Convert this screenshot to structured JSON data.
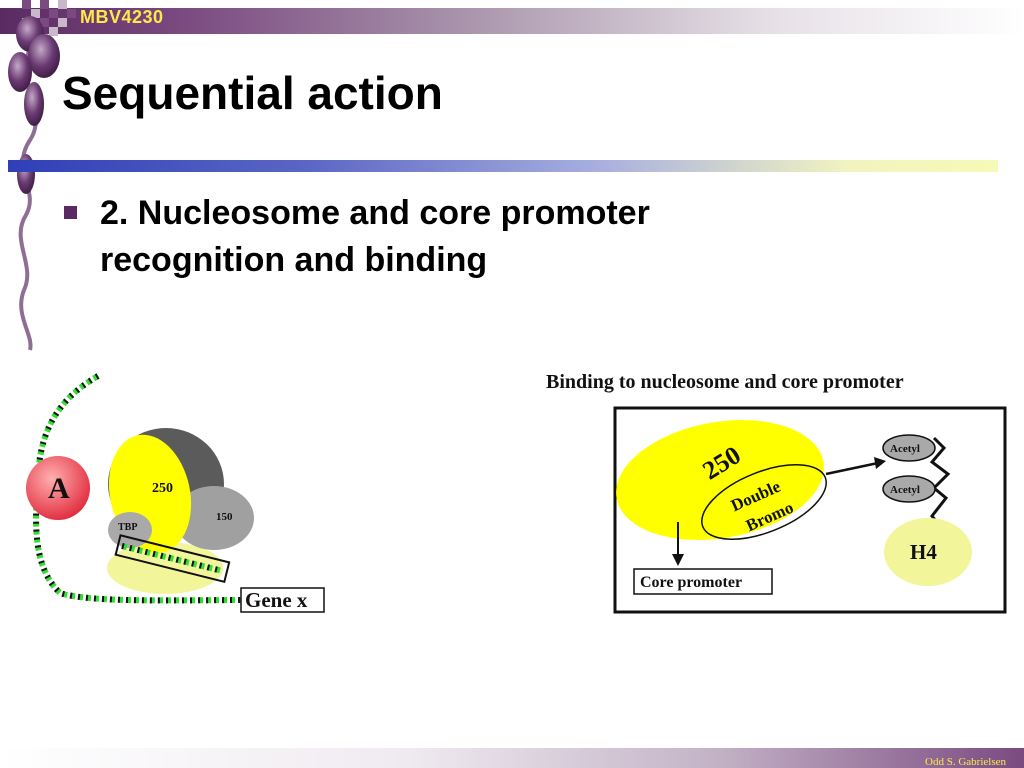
{
  "header": {
    "course_code": "MBV4230"
  },
  "slide": {
    "title": "Sequential action",
    "bullet": "2. Nucleosome and core promoter recognition and binding"
  },
  "left_figure": {
    "activator_label": "A",
    "subunit_250": "250",
    "subunit_150": "150",
    "tbp_label": "TBP",
    "gene_label": "Gene x"
  },
  "right_figure": {
    "title": "Binding to nucleosome and core promoter",
    "subunit_label": "250",
    "domain_line1": "Double",
    "domain_line2": "Bromo",
    "acetyl_top": "Acetyl",
    "acetyl_bottom": "Acetyl",
    "histone_label": "H4",
    "core_promoter_label": "Core promoter"
  },
  "footer": {
    "author": "Odd S. Gabrielsen"
  },
  "colors": {
    "purple": "#5a2a62",
    "yellow": "#ffe94a",
    "blue_rule": "#2f3fb7"
  }
}
